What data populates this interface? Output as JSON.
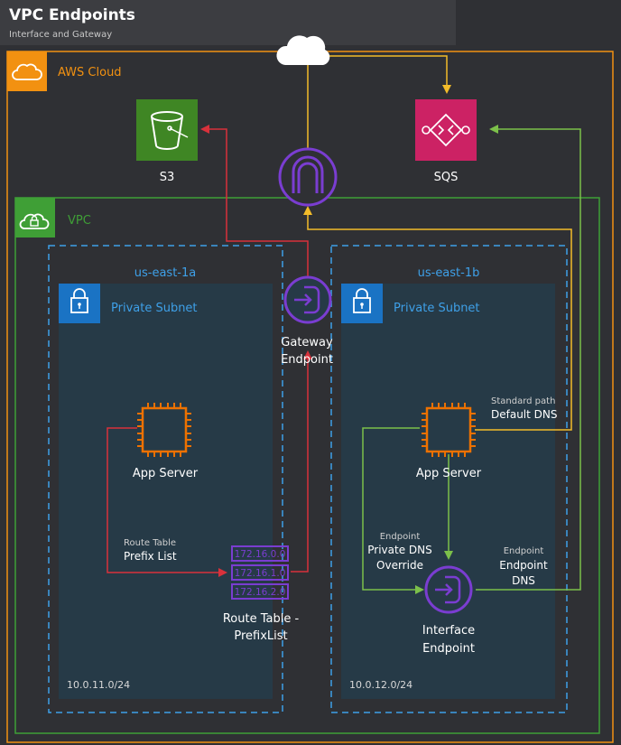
{
  "header": {
    "title": "VPC Endpoints",
    "subtitle": "Interface and Gateway"
  },
  "aws_cloud": {
    "label": "AWS Cloud"
  },
  "services": {
    "s3": {
      "label": "S3"
    },
    "sqs": {
      "label": "SQS"
    }
  },
  "vpc": {
    "label": "VPC"
  },
  "zones": [
    {
      "name": "us-east-1a",
      "subnet_label": "Private Subnet",
      "cidr": "10.0.11.0/24",
      "server_label": "App Server"
    },
    {
      "name": "us-east-1b",
      "subnet_label": "Private Subnet",
      "cidr": "10.0.12.0/24",
      "server_label": "App Server"
    }
  ],
  "gateway_endpoint": {
    "label_line1": "Gateway",
    "label_line2": "Endpoint"
  },
  "interface_endpoint": {
    "label_line1": "Interface",
    "label_line2": "Endpoint"
  },
  "route_table": {
    "entries": [
      "172.16.0.0",
      "172.16.1.0",
      "172.16.2.0"
    ],
    "label_line1": "Route Table -",
    "label_line2": "PrefixList"
  },
  "edge_labels": {
    "route_table_small": "Route Table",
    "route_table_main": "Prefix List",
    "standard_small": "Standard path",
    "standard_main": "Default DNS",
    "private_dns_small": "Endpoint",
    "private_dns_main1": "Private DNS",
    "private_dns_main2": "Override",
    "endpoint_dns_small": "Endpoint",
    "endpoint_dns_main1": "Endpoint",
    "endpoint_dns_main2": "DNS"
  },
  "colors": {
    "background": "#2f3034",
    "aws_cloud": "#f29111",
    "vpc": "#3f9f36",
    "subnet": "#1a73c4",
    "subnet_text": "#3ea0e8",
    "endpoint": "#7a3dd1",
    "s3": "#3f8624",
    "sqs": "#cc2264",
    "ec2": "#ed7100",
    "route_red": "#d8313b",
    "path_yellow": "#f3bc2a",
    "path_green": "#7cc04a"
  },
  "icons": {
    "cloud": "cloud-icon",
    "aws_cloud": "aws-cloud-icon",
    "vpc": "vpc-cloud-lock-icon",
    "subnet": "padlock-icon",
    "s3": "s3-bucket-icon",
    "sqs": "sqs-queue-icon",
    "gateway_endpoint": "gateway-endpoint-icon",
    "vpc_endpoint": "vpc-endpoint-icon",
    "ec2": "ec2-chip-icon"
  }
}
